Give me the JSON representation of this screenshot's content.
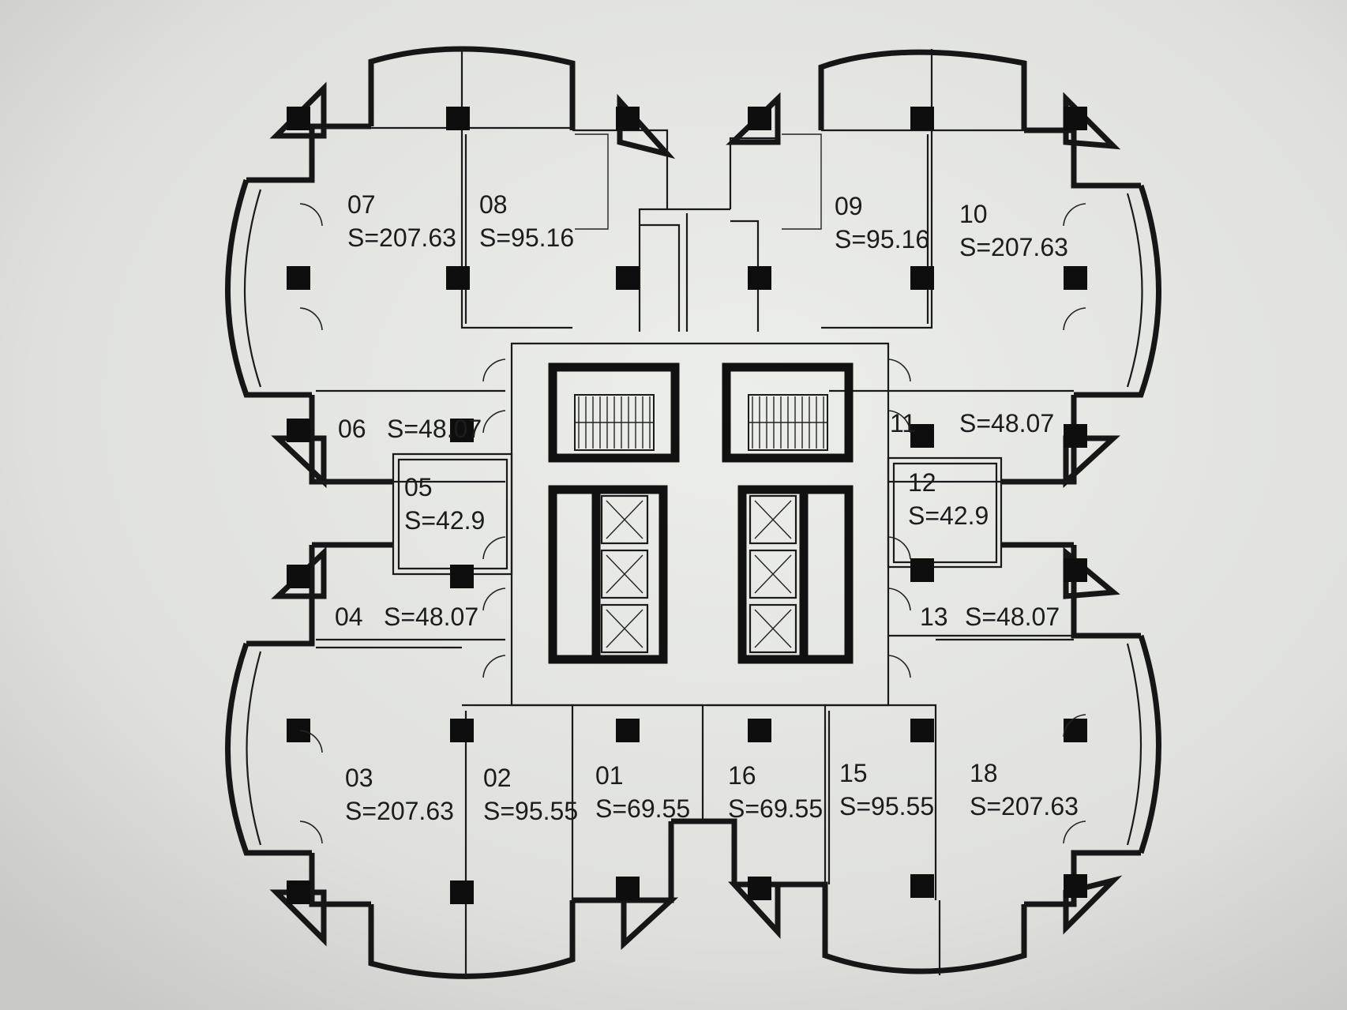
{
  "floor_plan": {
    "units": [
      {
        "id": "07",
        "area": "S=207.63"
      },
      {
        "id": "08",
        "area": "S=95.16"
      },
      {
        "id": "09",
        "area": "S=95.16"
      },
      {
        "id": "10",
        "area": "S=207.63"
      },
      {
        "id": "06",
        "area": "S=48.07"
      },
      {
        "id": "11",
        "area": "S=48.07"
      },
      {
        "id": "05",
        "area": "S=42.9"
      },
      {
        "id": "12",
        "area": "S=42.9"
      },
      {
        "id": "04",
        "area": "S=48.07"
      },
      {
        "id": "13",
        "area": "S=48.07"
      },
      {
        "id": "03",
        "area": "S=207.63"
      },
      {
        "id": "02",
        "area": "S=95.55"
      },
      {
        "id": "01",
        "area": "S=69.55"
      },
      {
        "id": "16",
        "area": "S=69.55"
      },
      {
        "id": "15",
        "area": "S=95.55"
      },
      {
        "id": "18",
        "area": "S=207.63"
      }
    ],
    "colors": {
      "background": "#d9dad8",
      "paper": "#e6e7e3",
      "ink": "#141414"
    }
  }
}
